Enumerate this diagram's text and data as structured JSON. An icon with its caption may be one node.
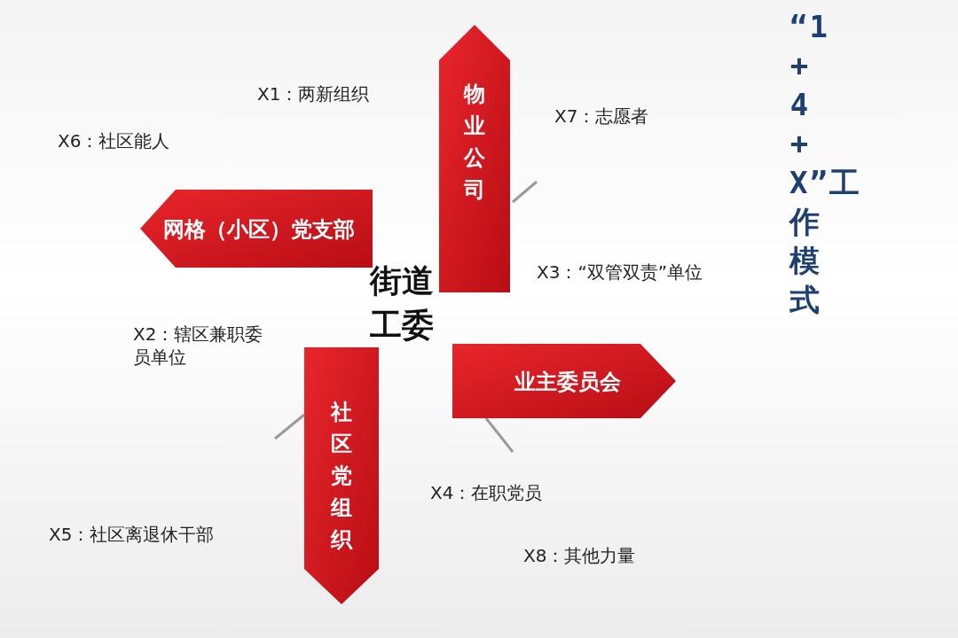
{
  "diagram": {
    "title": "“1+4+X”工作模式",
    "nodes": [
      {
        "text": [
          "街道工委"
        ]
      },
      {
        "text": [
          "物业公司"
        ]
      },
      {
        "text": [
          "网格（小区）党支部"
        ]
      },
      {
        "text": [
          "业主委员会"
        ]
      },
      {
        "text": [
          "社区党组织"
        ]
      }
    ],
    "labels": [
      "X1：两新组织",
      "X6：社区能人",
      "X7：志愿者",
      "X3：“双管双责”单位",
      "X2：辖区兼职委员单位",
      "X4：在职党员",
      "X5：社区离退休干部",
      "X8：其他力量"
    ]
  }
}
